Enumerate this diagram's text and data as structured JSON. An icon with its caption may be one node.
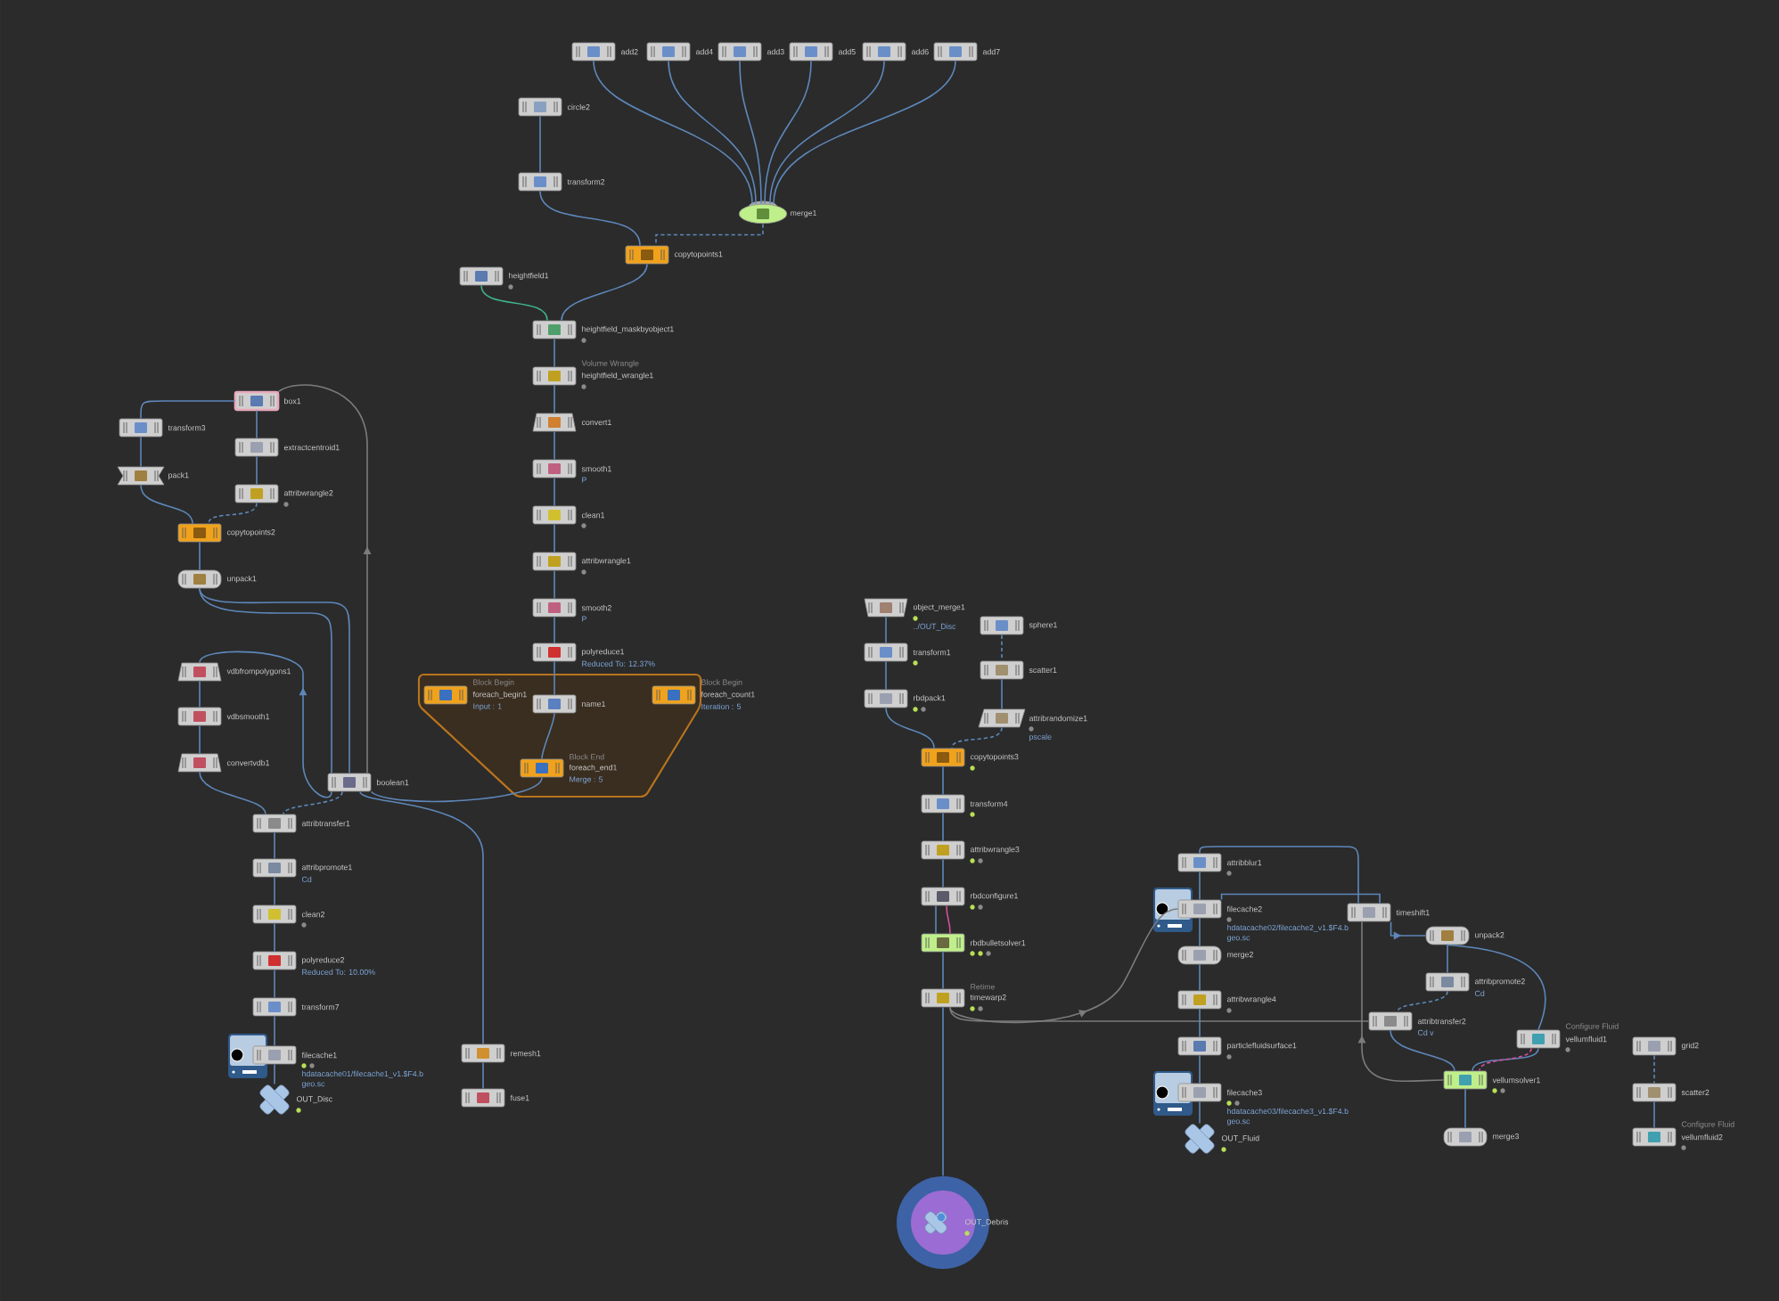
{
  "diagram": {
    "nodes": [
      {
        "text": [
          "add2"
        ]
      },
      {
        "text": [
          "add4"
        ]
      },
      {
        "text": [
          "add3"
        ]
      },
      {
        "text": [
          "add5"
        ]
      },
      {
        "text": [
          "add6"
        ]
      },
      {
        "text": [
          "add7"
        ]
      },
      {
        "text": [
          "circle2"
        ]
      },
      {
        "text": [
          "transform2"
        ]
      },
      {
        "text": [
          "merge1"
        ]
      },
      {
        "text": [
          "copytopoints1"
        ]
      },
      {
        "text": [
          "heightfield1"
        ]
      },
      {
        "text": [
          "heightfield_maskbyobject1"
        ]
      },
      {
        "text": [
          "heightfield_wrangle1"
        ],
        "beside": [
          "Volume Wrangle"
        ]
      },
      {
        "text": [
          "box1"
        ]
      },
      {
        "text": [
          "transform3"
        ]
      },
      {
        "text": [
          "convert1"
        ]
      },
      {
        "text": [
          "extractcentroid1"
        ]
      },
      {
        "text": [
          "smooth1"
        ],
        "beside": [
          "P"
        ]
      },
      {
        "text": [
          "pack1"
        ]
      },
      {
        "text": [
          "attribwrangle2"
        ]
      },
      {
        "text": [
          "clean1"
        ]
      },
      {
        "text": [
          "copytopoints2"
        ]
      },
      {
        "text": [
          "attribwrangle1"
        ]
      },
      {
        "text": [
          "unpack1"
        ]
      },
      {
        "text": [
          "smooth2"
        ],
        "beside": [
          "P"
        ]
      },
      {
        "text": [
          "object_merge1"
        ],
        "beside": [
          "../OUT_Disc"
        ]
      },
      {
        "text": [
          "sphere1"
        ]
      },
      {
        "text": [
          "polyreduce1"
        ],
        "beside": [
          "Reduced To: 12.37%"
        ]
      },
      {
        "text": [
          "transform1"
        ]
      },
      {
        "text": [
          "scatter1"
        ]
      },
      {
        "text": [
          "vdbfrompolygons1"
        ]
      },
      {
        "text": [
          "foreach_begin1"
        ],
        "beside": [
          "Block Begin",
          "Input : 1"
        ]
      },
      {
        "text": [
          "foreach_count1"
        ],
        "beside": [
          "Block Begin",
          "Iteration : 5"
        ]
      },
      {
        "text": [
          "name1"
        ]
      },
      {
        "text": [
          "rbdpack1"
        ]
      },
      {
        "text": [
          "attribrandomize1"
        ],
        "beside": [
          "pscale"
        ]
      },
      {
        "text": [
          "vdbsmooth1"
        ]
      },
      {
        "text": [
          "copytopoints3"
        ]
      },
      {
        "text": [
          "convertvdb1"
        ]
      },
      {
        "text": [
          "foreach_end1"
        ],
        "beside": [
          "Block End",
          "Merge : 5"
        ]
      },
      {
        "text": [
          "boolean1"
        ]
      },
      {
        "text": [
          "transform4"
        ]
      },
      {
        "text": [
          "attribtransfer1"
        ]
      },
      {
        "text": [
          "attribwrangle3"
        ]
      },
      {
        "text": [
          "attribblur1"
        ]
      },
      {
        "text": [
          "attribpromote1"
        ],
        "beside": [
          "Cd"
        ]
      },
      {
        "text": [
          "rbdconfigure1"
        ]
      },
      {
        "text": [
          "filecache2"
        ],
        "beside": [
          "hdatacache02/filecache2_v1.$F4.b geo.sc"
        ]
      },
      {
        "text": [
          "clean2"
        ]
      },
      {
        "text": [
          "timeshift1"
        ]
      },
      {
        "text": [
          "unpack2"
        ]
      },
      {
        "text": [
          "rbdbulletsolver1"
        ]
      },
      {
        "text": [
          "merge2"
        ]
      },
      {
        "text": [
          "polyreduce2"
        ],
        "beside": [
          "Reduced To: 10.00%"
        ]
      },
      {
        "text": [
          "attribpromote2"
        ],
        "beside": [
          "Cd"
        ]
      },
      {
        "text": [
          "timewarp2"
        ],
        "beside": [
          "Retime"
        ]
      },
      {
        "text": [
          "attribwrangle4"
        ]
      },
      {
        "text": [
          "transform7"
        ]
      },
      {
        "text": [
          "attribtransfer2"
        ],
        "beside": [
          "Cd v"
        ]
      },
      {
        "text": [
          "vellumfluid1"
        ],
        "beside": [
          "Configure Fluid"
        ]
      },
      {
        "text": [
          "grid2"
        ]
      },
      {
        "text": [
          "particlefluidsurface1"
        ]
      },
      {
        "text": [
          "filecache1"
        ],
        "beside": [
          "hdatacache01/filecache1_v1.$F4.b geo.sc"
        ]
      },
      {
        "text": [
          "remesh1"
        ]
      },
      {
        "text": [
          "vellumsolver1"
        ]
      },
      {
        "text": [
          "scatter2"
        ]
      },
      {
        "text": [
          "filecache3"
        ],
        "beside": [
          "hdatacache03/filecache3_v1.$F4.b geo.sc"
        ]
      },
      {
        "text": [
          "OUT_Disc"
        ]
      },
      {
        "text": [
          "fuse1"
        ]
      },
      {
        "text": [
          "merge3"
        ]
      },
      {
        "text": [
          "OUT_Fluid"
        ]
      },
      {
        "text": [
          "vellumfluid2"
        ],
        "beside": [
          "Configure Fluid"
        ]
      },
      {
        "text": [
          "OUT_Debris"
        ]
      }
    ],
    "edges": [
      {
        "from": 0,
        "to": 8,
        "arrow": "none"
      },
      {
        "from": 1,
        "to": 8,
        "arrow": "none"
      },
      {
        "from": 2,
        "to": 8,
        "arrow": "none"
      },
      {
        "from": 3,
        "to": 8,
        "arrow": "none"
      },
      {
        "from": 4,
        "to": 8,
        "arrow": "none"
      },
      {
        "from": 5,
        "to": 8,
        "arrow": "none"
      },
      {
        "from": 6,
        "to": 7,
        "arrow": "none"
      },
      {
        "from": 7,
        "to": 9,
        "arrow": "none"
      },
      {
        "from": 8,
        "to": 9,
        "arrow": "none",
        "style": "dashed"
      },
      {
        "from": 10,
        "to": 11,
        "arrow": "none",
        "color": "#3fb38a"
      },
      {
        "from": 9,
        "to": 11,
        "arrow": "none"
      },
      {
        "from": 11,
        "to": 12,
        "arrow": "none"
      },
      {
        "from": 12,
        "to": 15,
        "arrow": "none"
      },
      {
        "from": 15,
        "to": 17,
        "arrow": "none"
      },
      {
        "from": 17,
        "to": 20,
        "arrow": "none"
      },
      {
        "from": 20,
        "to": 22,
        "arrow": "none"
      },
      {
        "from": 22,
        "to": 24,
        "arrow": "none"
      },
      {
        "from": 24,
        "to": 27,
        "arrow": "none"
      },
      {
        "from": 27,
        "to": 33,
        "arrow": "none"
      },
      {
        "from": 33,
        "to": 39,
        "arrow": "none"
      },
      {
        "from": 39,
        "to": 40,
        "arrow": "none"
      },
      {
        "from": 13,
        "to": 14,
        "arrow": "none"
      },
      {
        "from": 14,
        "to": 18,
        "arrow": "none"
      },
      {
        "from": 13,
        "to": 16,
        "arrow": "none"
      },
      {
        "from": 16,
        "to": 19,
        "arrow": "none"
      },
      {
        "from": 18,
        "to": 21,
        "arrow": "none"
      },
      {
        "from": 19,
        "to": 21,
        "arrow": "none",
        "style": "dashed"
      },
      {
        "from": 21,
        "to": 23,
        "arrow": "none"
      },
      {
        "from": 23,
        "to": 40,
        "arrow": "none"
      },
      {
        "from": 23,
        "to": 40,
        "arrow": "none"
      },
      {
        "from": 40,
        "to": 13,
        "arrow": "to",
        "color": "#7c7c7c"
      },
      {
        "from": 30,
        "to": 36,
        "arrow": "none"
      },
      {
        "from": 36,
        "to": 38,
        "arrow": "none"
      },
      {
        "from": 38,
        "to": 42,
        "arrow": "none"
      },
      {
        "from": 40,
        "to": 42,
        "arrow": "none",
        "style": "dashed"
      },
      {
        "from": 40,
        "to": 30,
        "arrow": "to"
      },
      {
        "from": 42,
        "to": 45,
        "arrow": "none"
      },
      {
        "from": 45,
        "to": 48,
        "arrow": "none"
      },
      {
        "from": 48,
        "to": 53,
        "arrow": "none"
      },
      {
        "from": 53,
        "to": 57,
        "arrow": "none"
      },
      {
        "from": 57,
        "to": 62,
        "arrow": "none"
      },
      {
        "from": 62,
        "to": 67,
        "arrow": "none"
      },
      {
        "from": 40,
        "to": 63,
        "arrow": "none"
      },
      {
        "from": 63,
        "to": 68,
        "arrow": "none"
      },
      {
        "from": 25,
        "to": 28,
        "arrow": "none"
      },
      {
        "from": 28,
        "to": 34,
        "arrow": "none"
      },
      {
        "from": 34,
        "to": 37,
        "arrow": "none"
      },
      {
        "from": 26,
        "to": 29,
        "arrow": "none",
        "style": "dashed"
      },
      {
        "from": 29,
        "to": 35,
        "arrow": "none"
      },
      {
        "from": 35,
        "to": 37,
        "arrow": "none",
        "style": "dashed"
      },
      {
        "from": 37,
        "to": 41,
        "arrow": "none"
      },
      {
        "from": 41,
        "to": 43,
        "arrow": "none"
      },
      {
        "from": 43,
        "to": 46,
        "arrow": "none"
      },
      {
        "from": 46,
        "to": 51,
        "arrow": "none"
      },
      {
        "from": 46,
        "to": 51,
        "arrow": "none",
        "color": "#d4509c"
      },
      {
        "from": 51,
        "to": 55,
        "arrow": "none"
      },
      {
        "from": 55,
        "to": 72,
        "arrow": "none"
      },
      {
        "from": 55,
        "to": 47,
        "arrow": "to",
        "color": "#7c7c7c"
      },
      {
        "from": 55,
        "to": 58,
        "arrow": "none",
        "color": "#7c7c7c"
      },
      {
        "from": 44,
        "to": 47,
        "arrow": "none"
      },
      {
        "from": 47,
        "to": 52,
        "arrow": "none"
      },
      {
        "from": 52,
        "to": 56,
        "arrow": "none"
      },
      {
        "from": 56,
        "to": 61,
        "arrow": "none"
      },
      {
        "from": 61,
        "to": 66,
        "arrow": "none"
      },
      {
        "from": 66,
        "to": 70,
        "arrow": "none"
      },
      {
        "from": 64,
        "to": 49,
        "arrow": "to",
        "color": "#7c7c7c"
      },
      {
        "from": 47,
        "to": 49,
        "arrow": "none"
      },
      {
        "from": 49,
        "to": 44,
        "arrow": "none"
      },
      {
        "from": 49,
        "to": 50,
        "arrow": "to"
      },
      {
        "from": 50,
        "to": 54,
        "arrow": "none"
      },
      {
        "from": 50,
        "to": 59,
        "arrow": "none"
      },
      {
        "from": 54,
        "to": 58,
        "arrow": "none",
        "style": "dashed"
      },
      {
        "from": 58,
        "to": 64,
        "arrow": "none"
      },
      {
        "from": 59,
        "to": 64,
        "arrow": "none"
      },
      {
        "from": 59,
        "to": 64,
        "arrow": "none",
        "style": "dashed",
        "color": "#d4509c"
      },
      {
        "from": 64,
        "to": 69,
        "arrow": "none"
      },
      {
        "from": 60,
        "to": 65,
        "arrow": "none",
        "style": "dashed"
      },
      {
        "from": 65,
        "to": 71,
        "arrow": "none"
      }
    ]
  }
}
